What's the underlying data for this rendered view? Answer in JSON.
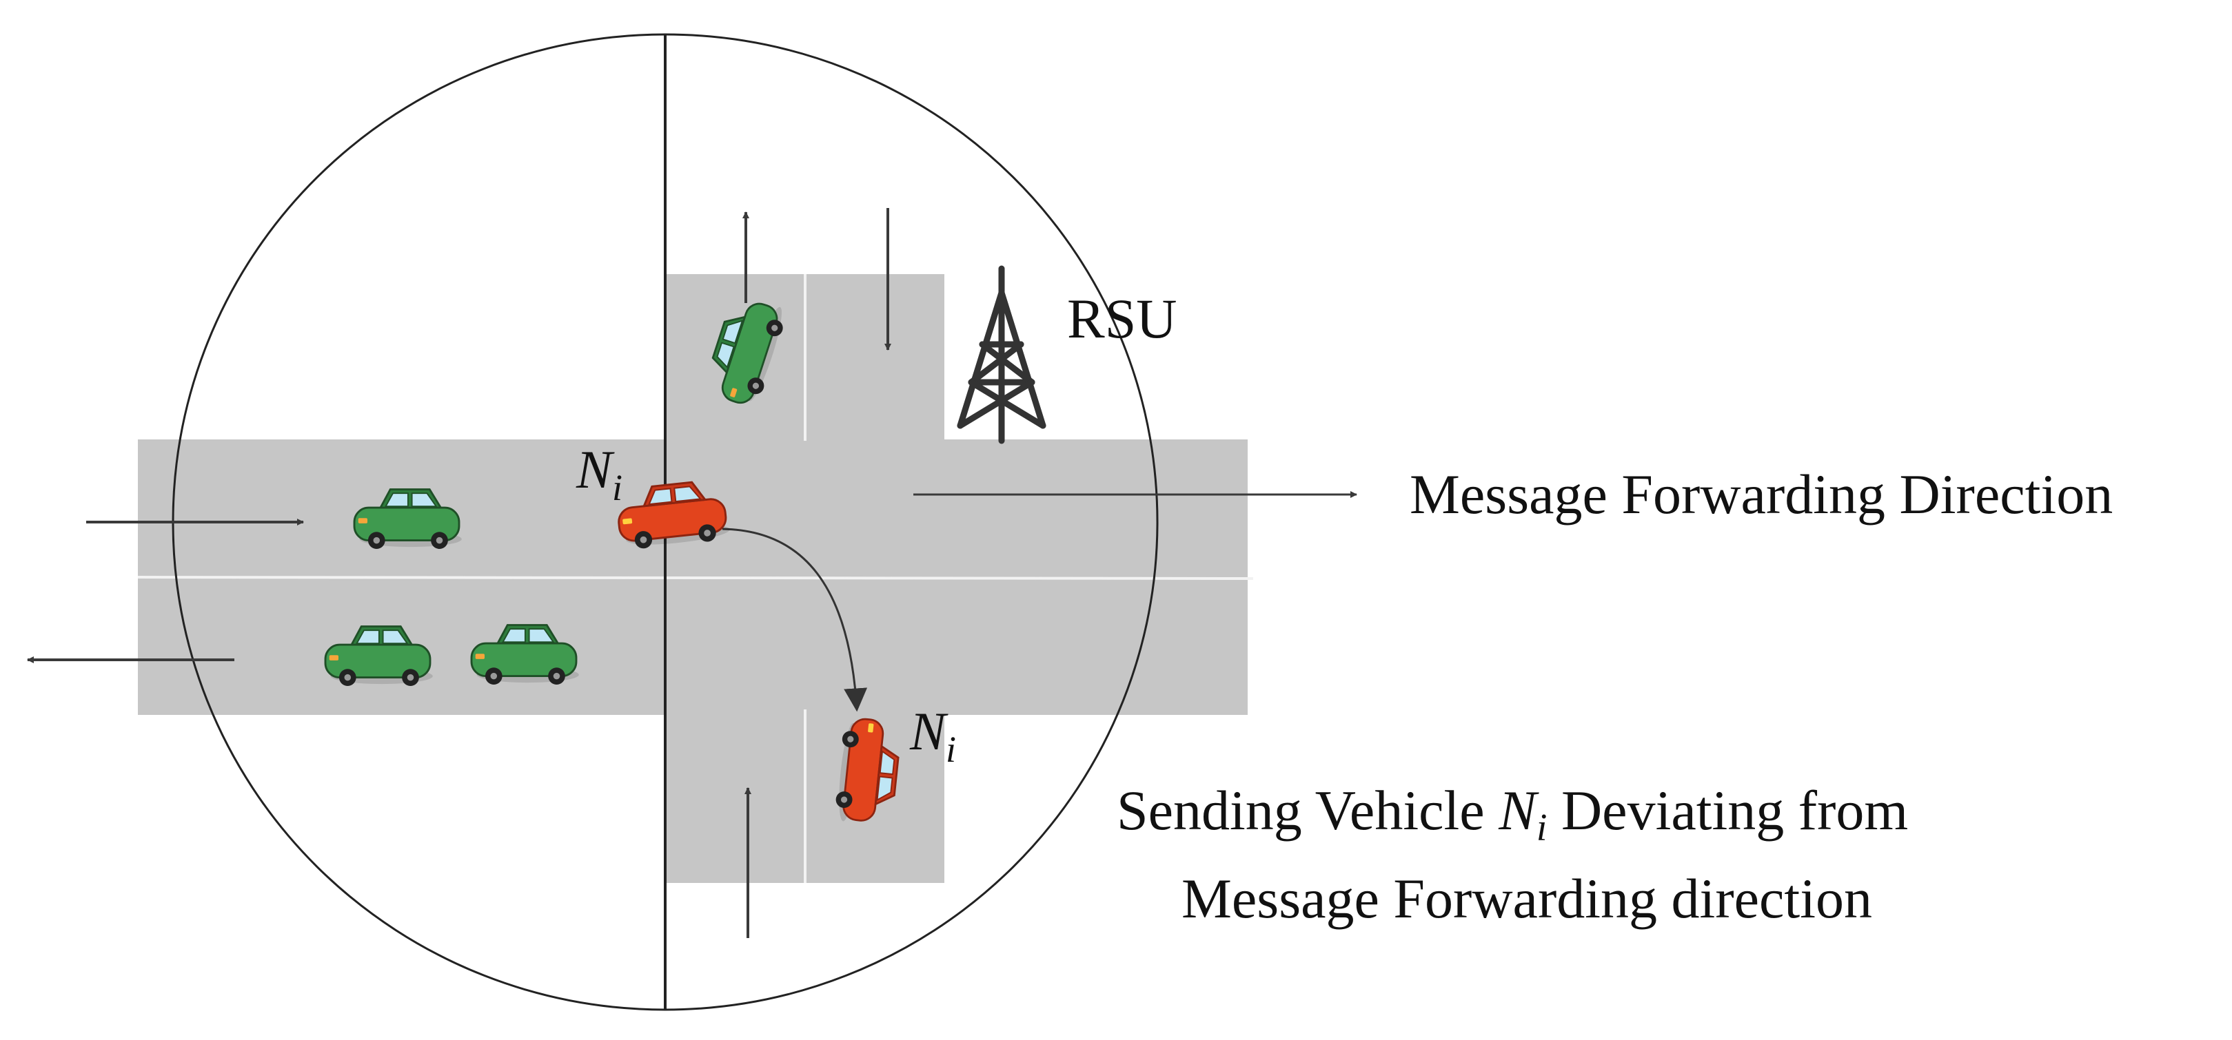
{
  "labels": {
    "rsu": "RSU",
    "message_direction": "Message Forwarding Direction",
    "sending_line1_pre": "Sending Vehicle ",
    "sending_line1_post": " Deviating from",
    "sending_line2": "Message Forwarding direction",
    "node_symbol": "N",
    "node_subscript": "i"
  },
  "colors": {
    "road": "#c6c6c6",
    "lane_line": "#f2f2f2",
    "arrow": "#3a3a3a",
    "car_green": "#3f9a4f",
    "car_red": "#e2441d",
    "window": "#bfe6f5",
    "tower": "#333333"
  }
}
